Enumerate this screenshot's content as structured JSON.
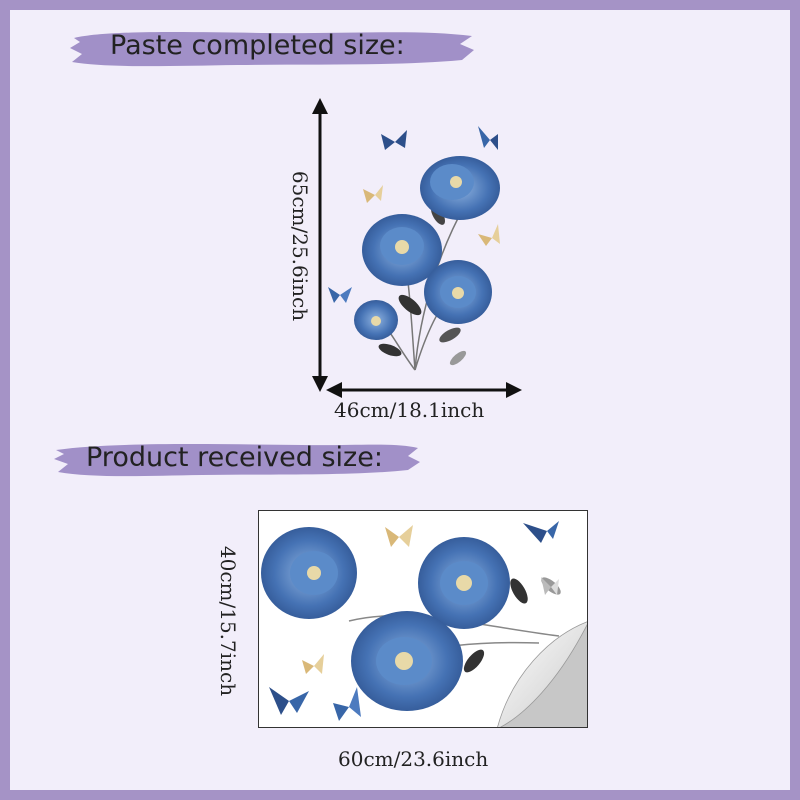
{
  "paste_section": {
    "title": "Paste completed size:",
    "height_label": "65cm/25.6inch",
    "width_label": "46cm/18.1inch"
  },
  "product_section": {
    "title": "Product received size:",
    "height_label": "40cm/15.7inch",
    "width_label": "60cm/23.6inch"
  },
  "colors": {
    "border": "#a593c6",
    "background": "#f2eefa",
    "banner": "#a190c8",
    "flower_blue": "#3f6fb0",
    "butterfly_gold": "#d9b878"
  }
}
